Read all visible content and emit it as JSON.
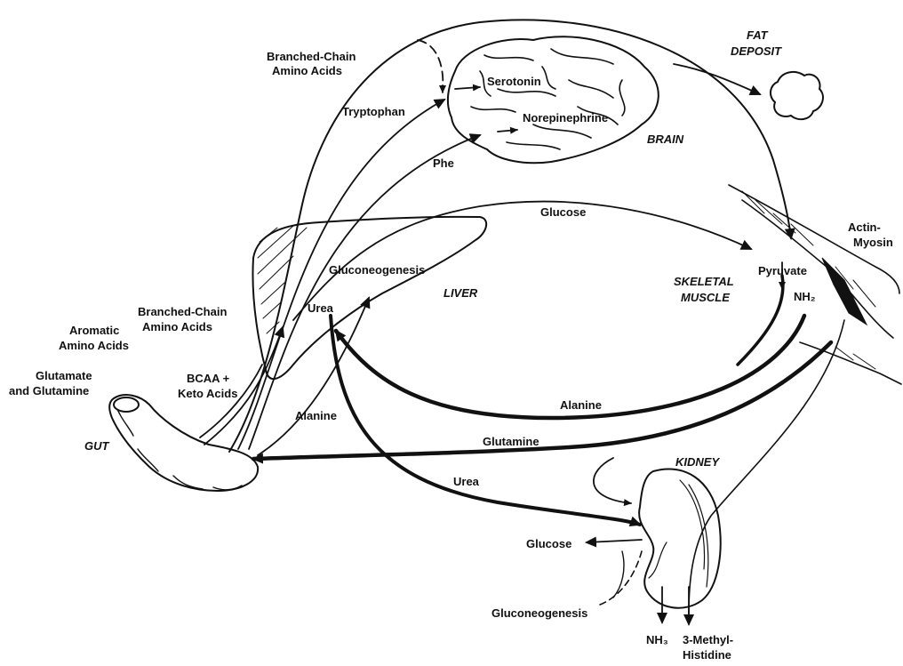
{
  "organs": {
    "brain": "BRAIN",
    "fat_line1": "FAT",
    "fat_line2": "DEPOSIT",
    "liver": "LIVER",
    "muscle_line1": "SKELETAL",
    "muscle_line2": "MUSCLE",
    "gut": "GUT",
    "kidney": "KIDNEY"
  },
  "labels": {
    "bcaa_top_line1": "Branched-Chain",
    "bcaa_top_line2": "Amino Acids",
    "tryptophan": "Tryptophan",
    "serotonin": "Serotonin",
    "norepinephrine": "Norepinephrine",
    "phe": "Phe",
    "glucose_top": "Glucose",
    "gluconeogenesis_liver": "Gluconeogenesis",
    "urea_liver": "Urea",
    "pyruvate": "Pyruvate",
    "nh2": "NH₂",
    "actin_line1": "Actin-",
    "actin_line2": "Myosin",
    "aromatic_line1": "Aromatic",
    "aromatic_line2": "Amino Acids",
    "bcaa_gut_line1": "Branched-Chain",
    "bcaa_gut_line2": "Amino Acids",
    "glutamate_line1": "Glutamate",
    "glutamate_line2": "and Glutamine",
    "bcaa_keto_line1": "BCAA +",
    "bcaa_keto_line2": "Keto Acids",
    "alanine_left": "Alanine",
    "alanine_bottom": "Alanine",
    "glutamine": "Glutamine",
    "urea_bottom": "Urea",
    "glucose_kidney": "Glucose",
    "gluconeogenesis_kidney": "Gluconeogenesis",
    "nh3": "NH₃",
    "methyl_line1": "3-Methyl-",
    "methyl_line2": "Histidine"
  }
}
